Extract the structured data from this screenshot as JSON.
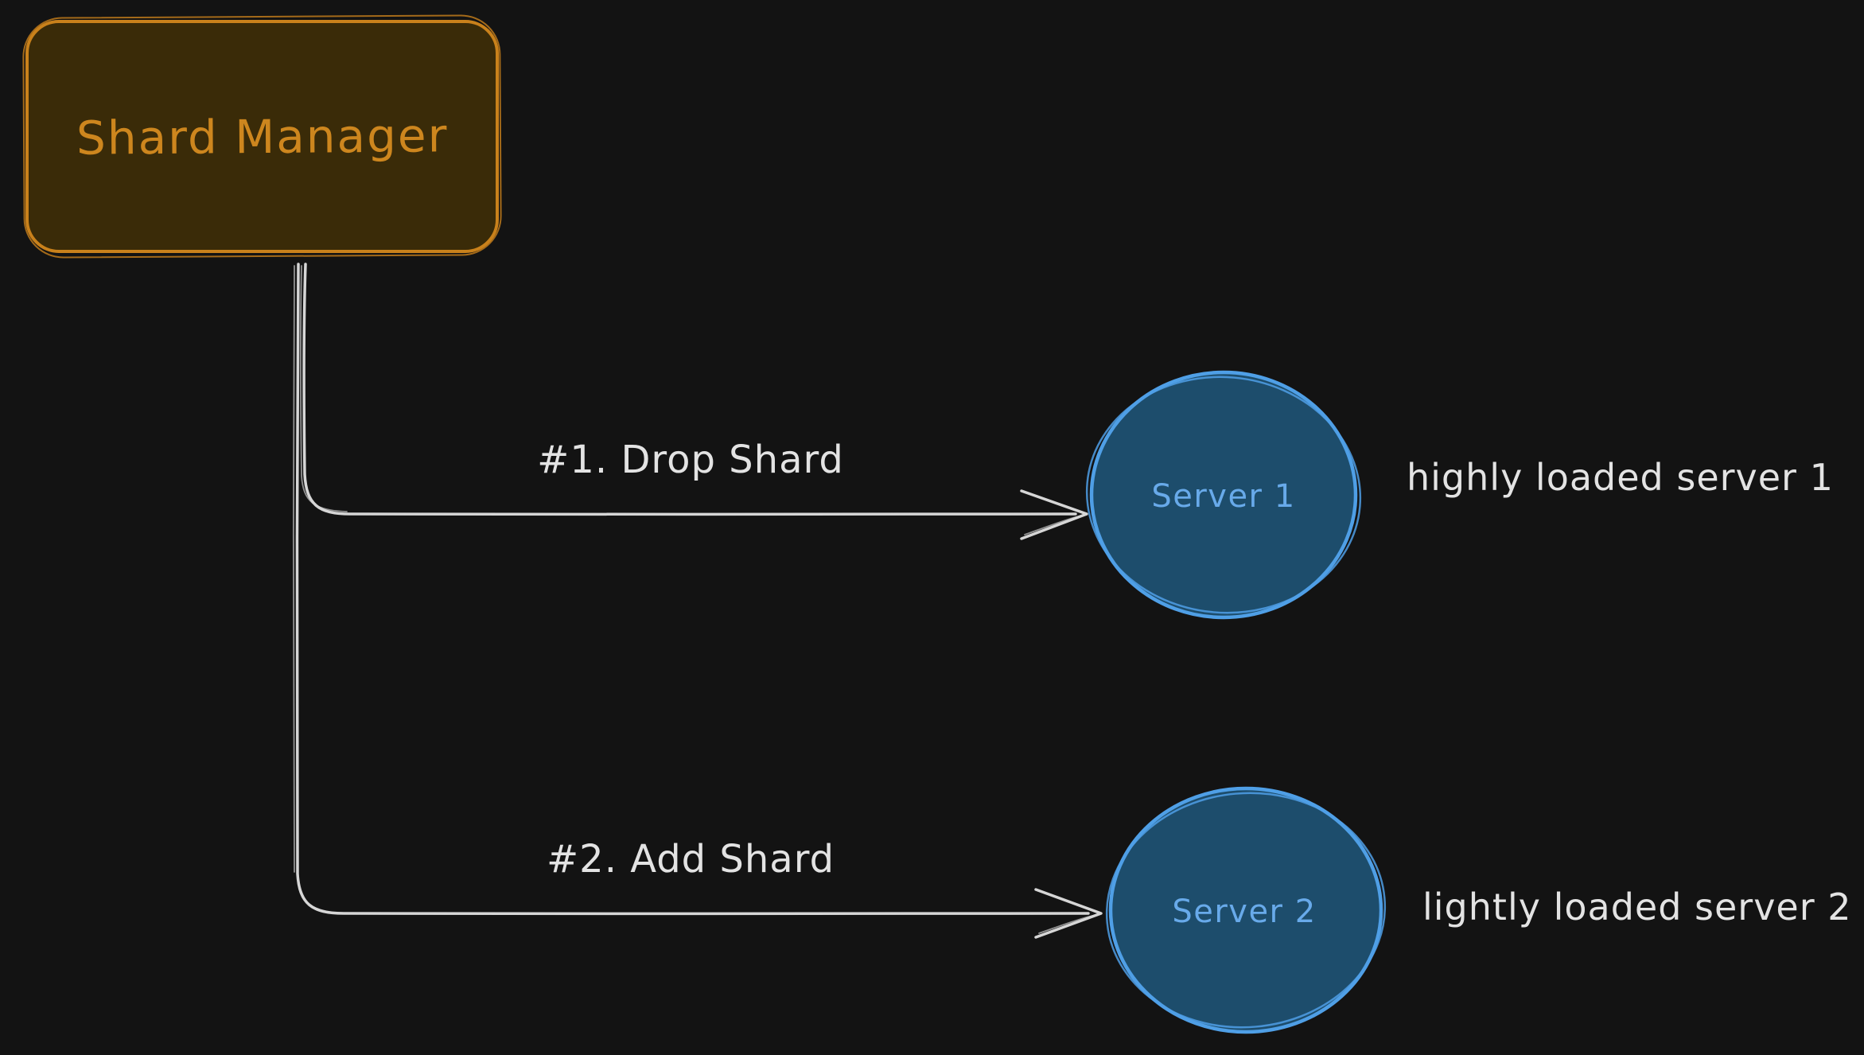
{
  "colors": {
    "canvas_bg": "#131313",
    "manager_fill": "#3a2b08",
    "manager_stroke": "#c9811b",
    "manager_text": "#cd861e",
    "server_fill": "#1d4d6c",
    "server_stroke": "#4f9fe6",
    "server_text": "#68aaea",
    "arrow": "#d6d6d6",
    "label_text": "#e3e3e3"
  },
  "manager": {
    "label": "Shard Manager"
  },
  "edges": [
    {
      "label": "#1. Drop Shard"
    },
    {
      "label": "#2. Add Shard"
    }
  ],
  "servers": [
    {
      "label": "Server 1",
      "annotation": "highly loaded server 1"
    },
    {
      "label": "Server 2",
      "annotation": "lightly loaded server 2"
    }
  ]
}
